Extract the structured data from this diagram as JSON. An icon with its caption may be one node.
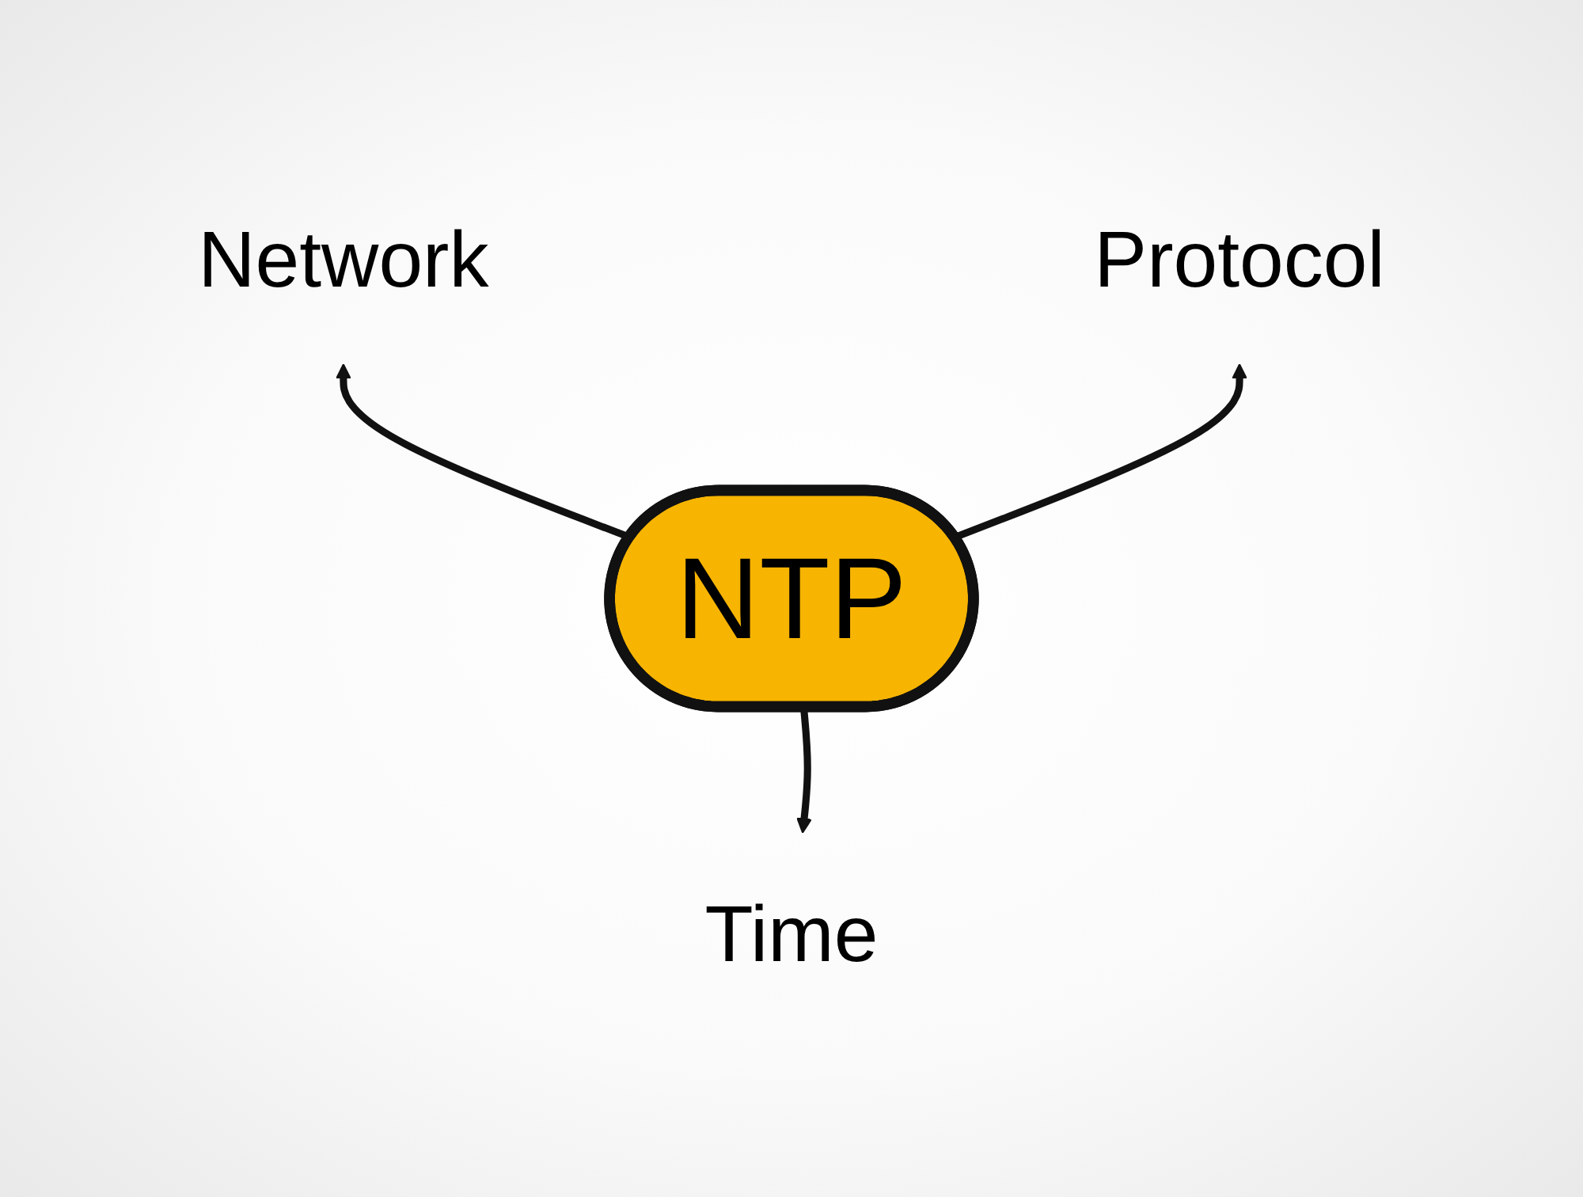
{
  "diagram": {
    "nodes": [
      {
        "text": [
          "NTP"
        ]
      },
      {
        "text": [
          "Network"
        ]
      },
      {
        "text": [
          "Protocol"
        ]
      },
      {
        "text": [
          "Time"
        ]
      }
    ],
    "edges": [
      {
        "from": 0,
        "to": 1,
        "arrow": "to"
      },
      {
        "from": 0,
        "to": 2,
        "arrow": "to"
      },
      {
        "from": 0,
        "to": 3,
        "arrow": "to"
      }
    ]
  }
}
